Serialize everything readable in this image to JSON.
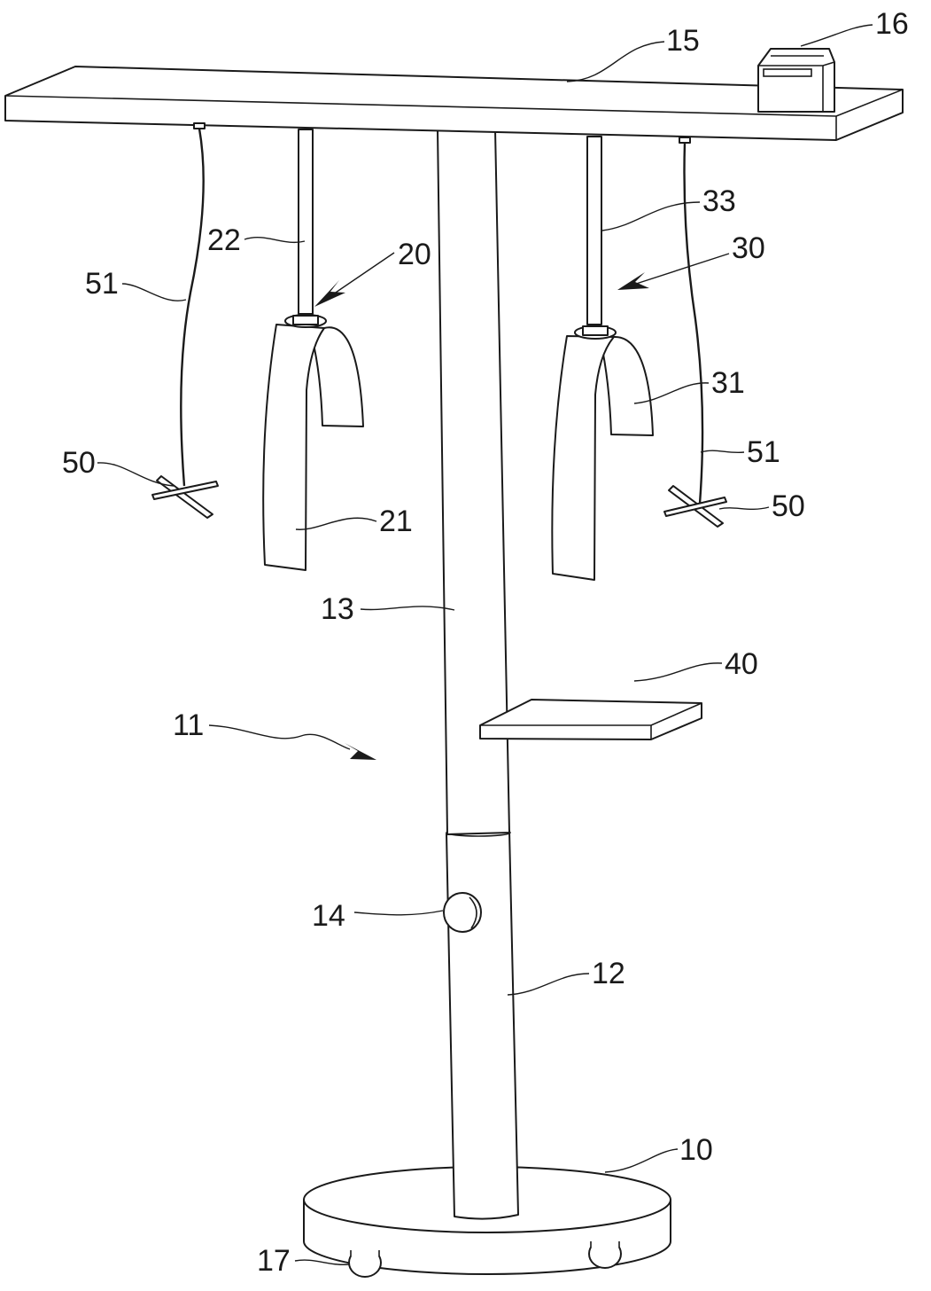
{
  "figure": {
    "title": "Patent drawing - height-adjustable hanging stand",
    "stroke_color": "#1a1a1a",
    "background_color": "#ffffff"
  },
  "labels": {
    "base": "10",
    "stand": "11",
    "lower_tube": "12",
    "upper_tube": "13",
    "lock_knob": "14",
    "crossbar": "15",
    "control_box": "16",
    "caster": "17",
    "left_hanger": "20",
    "left_strap": "21",
    "left_rod": "22",
    "right_hanger": "30",
    "right_strap": "31",
    "right_rod": "33",
    "tray": "40",
    "left_clip": "50",
    "right_clip": "50",
    "left_wire": "51",
    "right_wire": "51"
  }
}
